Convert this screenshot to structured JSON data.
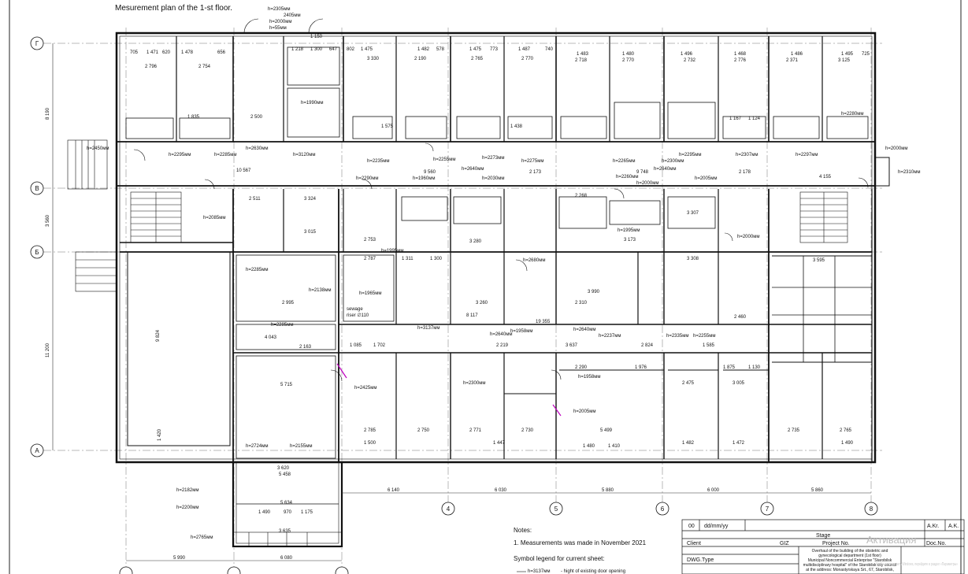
{
  "plan": {
    "title": "Mesurement plan of the 1-st floor.",
    "axes_rows": [
      "Г",
      "В",
      "Б",
      "А"
    ],
    "axes_cols": [
      "4",
      "5",
      "6",
      "7",
      "8"
    ],
    "bottom_dims": [
      "6 140",
      "6 030",
      "5 880",
      "6 000",
      "5 860"
    ],
    "bottom_left_dims": [
      "5 990",
      "6 080"
    ],
    "left_dims": [
      "8 190",
      "3 560",
      "11 200"
    ],
    "top_dims": [
      "705",
      "1 471",
      "620",
      "1 478",
      "656",
      "1 218",
      "1 300",
      "647",
      "802",
      "1 475",
      "1 482",
      "578",
      "1 475",
      "773",
      "1 487",
      "740",
      "1 483",
      "1 480",
      "1 496",
      "1 468",
      "1 486",
      "1 495",
      "725"
    ],
    "top_width_dims": [
      "2 796",
      "2 754",
      "3 330",
      "2 190",
      "2 765",
      "2 770",
      "2 718",
      "2 770",
      "2 732",
      "2 776",
      "2 371",
      "3 125"
    ],
    "corridor_dims": [
      "10 567",
      "9 560",
      "2 173",
      "9 748",
      "2 178",
      "4 155",
      "19 355",
      "8 117",
      "5 715",
      "2 785",
      "2 750",
      "2 771",
      "2 730",
      "5 499",
      "2 475",
      "3 005",
      "2 735",
      "2 765"
    ],
    "room_dims": [
      "2 511",
      "3 324",
      "3 015",
      "2 753",
      "3 280",
      "2 268",
      "3 307",
      "3 173",
      "3 990",
      "3 260",
      "2 310",
      "2 460",
      "3 308",
      "3 595",
      "1 311",
      "1 300",
      "2 787",
      "2 995",
      "4 043",
      "2 163",
      "1 085",
      "1 702",
      "2 219",
      "3 637",
      "2 824",
      "1 585",
      "1 875",
      "1 130",
      "2 290",
      "1 976",
      "3 620",
      "5 458",
      "5 634",
      "3 635",
      "1 490",
      "970",
      "1 175",
      "1 500",
      "1 480",
      "1 410",
      "1 447",
      "1 472",
      "1 482",
      "1 490",
      "2 500",
      "1 835",
      "1 438",
      "1 575",
      "1 124",
      "1 167"
    ],
    "door_notes": [
      "h=2305мм",
      "2405мм",
      "h=2000мм",
      "h=55мм",
      "h=1990мм",
      "h=2450мм",
      "h=2295мм",
      "h=2285мм",
      "h=2630мм",
      "h=3120мм",
      "h=2235мм",
      "h=2255мм",
      "h=2273мм",
      "h=2275мм",
      "h=2265мм",
      "h=2300мм",
      "h=2295мм",
      "h=2307мм",
      "h=2297мм",
      "h=2280мм",
      "h=2000мм",
      "h=2310мм",
      "h=2290мм",
      "h=1960мм",
      "h=2030мм",
      "h=2260мм",
      "h=2000мм",
      "h=2005мм",
      "h=2085мм",
      "h=1995мм",
      "h=2000мм",
      "h=2285мм",
      "h=2138мм",
      "h=1965мм",
      "h=2285мм",
      "h=3137мм",
      "h=1958мм",
      "h=2237мм",
      "h=2335мм",
      "h=2255мм",
      "h=2425мм",
      "h=2300мм",
      "h=1958мм",
      "h=2005мм",
      "h=2724мм",
      "h=2155мм",
      "h=2182мм",
      "h=2200мм",
      "h=2765мм",
      "h=2640мм",
      "h=2640мм",
      "h=2640мм",
      "h=2640мм",
      "h=2680мм",
      "h=1995мм"
    ],
    "misc_labels": [
      "sewage",
      "riser ∅110",
      "1 150",
      "1 420",
      "9 824"
    ]
  },
  "notes": {
    "heading": "Notes:",
    "item1": "1. Measurements was made in November 2021",
    "symbol_heading": "Symbol legend for current sheet:",
    "symbol_label": "h=3137мм",
    "symbol_desc": "- hight of existing door opening"
  },
  "title_block": {
    "rev": "00",
    "date": "dd/mm/yy",
    "a_kr": "A.Kr.",
    "a_k": "A.K.",
    "stage": "Stage",
    "client": "Client",
    "giz": "GIZ",
    "project_no": "Project No.",
    "doc_no": "Doc.No.",
    "dwg_type": "DWG.Type",
    "desc": [
      "Overhaul of the building of the obstetric and",
      "gynecological department (1st floor)",
      "Municipal Noncommercial Enterprise \"Starobilsk",
      "multidisciplinary hospital\" of the Starobilsk city council",
      "at the address: Monastyrskaya Srt., 67, Starobilsk,"
    ]
  },
  "watermark": {
    "line1": "Активация",
    "line2": "Чтобы активировать Windows, перейдите в раздел «Параметры»"
  }
}
